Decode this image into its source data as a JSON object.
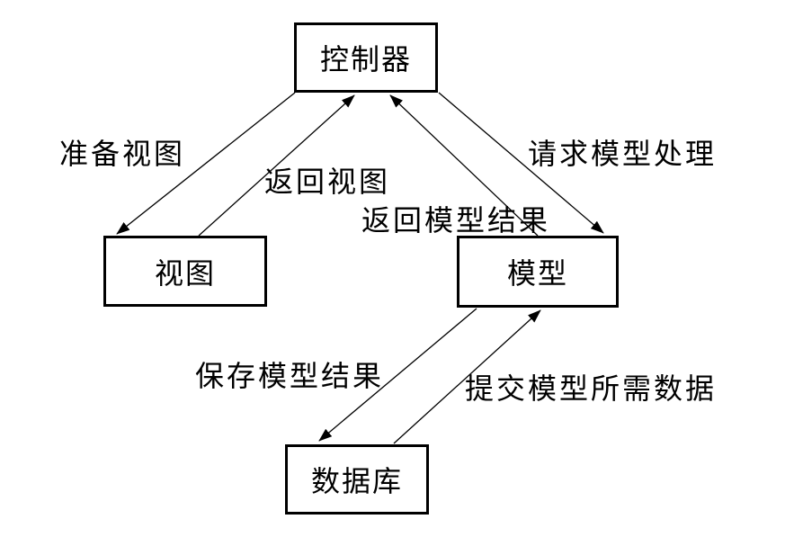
{
  "diagram": {
    "background_color": "#ffffff",
    "line_color": "#000000",
    "text_color": "#000000",
    "box_fill": "#ffffff",
    "nodes": [
      {
        "id": "controller",
        "label": "控制器"
      },
      {
        "id": "view",
        "label": "视图"
      },
      {
        "id": "model",
        "label": "模型"
      },
      {
        "id": "database",
        "label": "数据库"
      }
    ],
    "edges": [
      {
        "id": "prepare-view",
        "from": "controller",
        "to": "view",
        "label": "准备视图"
      },
      {
        "id": "return-view",
        "from": "view",
        "to": "controller",
        "label": "返回视图"
      },
      {
        "id": "request-model-processing",
        "from": "controller",
        "to": "model",
        "label": "请求模型处理"
      },
      {
        "id": "return-model-result",
        "from": "model",
        "to": "controller",
        "label": "返回模型结果"
      },
      {
        "id": "save-model-result",
        "from": "model",
        "to": "database",
        "label": "保存模型结果"
      },
      {
        "id": "submit-model-data",
        "from": "database",
        "to": "model",
        "label": "提交模型所需数据"
      }
    ]
  }
}
